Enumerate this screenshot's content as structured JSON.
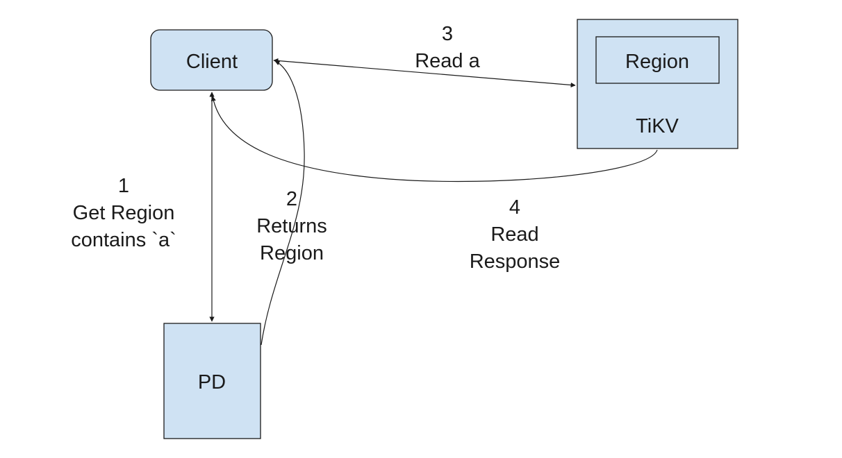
{
  "nodes": {
    "client": "Client",
    "tikv": "TiKV",
    "region": "Region",
    "pd": "PD"
  },
  "steps": [
    {
      "number": "1",
      "lines": [
        "Get Region",
        "contains `a`"
      ]
    },
    {
      "number": "2",
      "lines": [
        "Returns",
        "Region"
      ]
    },
    {
      "number": "3",
      "lines": [
        "Read a"
      ]
    },
    {
      "number": "4",
      "lines": [
        "Read",
        "Response"
      ]
    }
  ],
  "colors": {
    "node_fill": "#cfe2f3",
    "stroke": "#1a1a1a",
    "background": "#ffffff"
  }
}
